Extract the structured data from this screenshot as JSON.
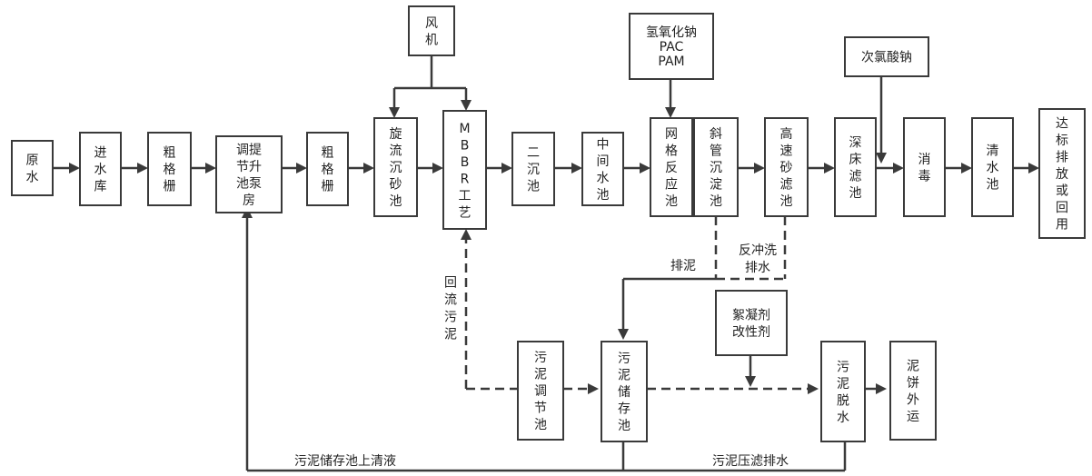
{
  "boxes": {
    "raw_water": [
      "原",
      "水"
    ],
    "intake": [
      "进",
      "水",
      "库"
    ],
    "coarse_screen_1": [
      "粗",
      "格",
      "栅"
    ],
    "pump_house": [
      "调提",
      "节升",
      "池泵",
      "房"
    ],
    "coarse_screen_2": [
      "粗",
      "格",
      "栅"
    ],
    "grit_chamber": [
      "旋",
      "流",
      "沉",
      "砂",
      "池"
    ],
    "mbbr": [
      "M",
      "B",
      "B",
      "R",
      "工",
      "艺"
    ],
    "secondary_clarifier": [
      "二",
      "沉",
      "池"
    ],
    "intermediate_tank": [
      "中",
      "间",
      "水",
      "池"
    ],
    "grid_reaction": [
      "网",
      "格",
      "反",
      "应",
      "池"
    ],
    "inclined_tube": [
      "斜",
      "管",
      "沉",
      "淀",
      "池"
    ],
    "sand_filter": [
      "高",
      "速",
      "砂",
      "滤",
      "池"
    ],
    "deep_bed_filter": [
      "深",
      "床",
      "滤",
      "池"
    ],
    "disinfection": [
      "消",
      "毒"
    ],
    "clear_water": [
      "清",
      "水",
      "池"
    ],
    "discharge": [
      "达",
      "标",
      "排",
      "放",
      "或",
      "回",
      "用"
    ],
    "blower": [
      "风",
      "机"
    ],
    "chemicals": [
      "氢氧化钠",
      "PAC",
      "PAM"
    ],
    "hypochlorite": [
      "次氯酸钠"
    ],
    "sludge_conditioning": [
      "污",
      "泥",
      "调",
      "节",
      "池"
    ],
    "sludge_storage": [
      "污",
      "泥",
      "储",
      "存",
      "池"
    ],
    "flocculant": [
      "絮凝剂",
      "改性剂"
    ],
    "sludge_dewatering": [
      "污",
      "泥",
      "脱",
      "水"
    ],
    "sludge_cake": [
      "泥",
      "饼",
      "外",
      "运"
    ]
  },
  "flow_labels": {
    "sludge_discharge": "排泥",
    "backwash": [
      "反冲洗",
      "排水"
    ],
    "return_sludge": [
      "回",
      "流",
      "污",
      "泥"
    ],
    "supernatant": "污泥储存池上清液",
    "filtrate": "污泥压滤排水"
  }
}
